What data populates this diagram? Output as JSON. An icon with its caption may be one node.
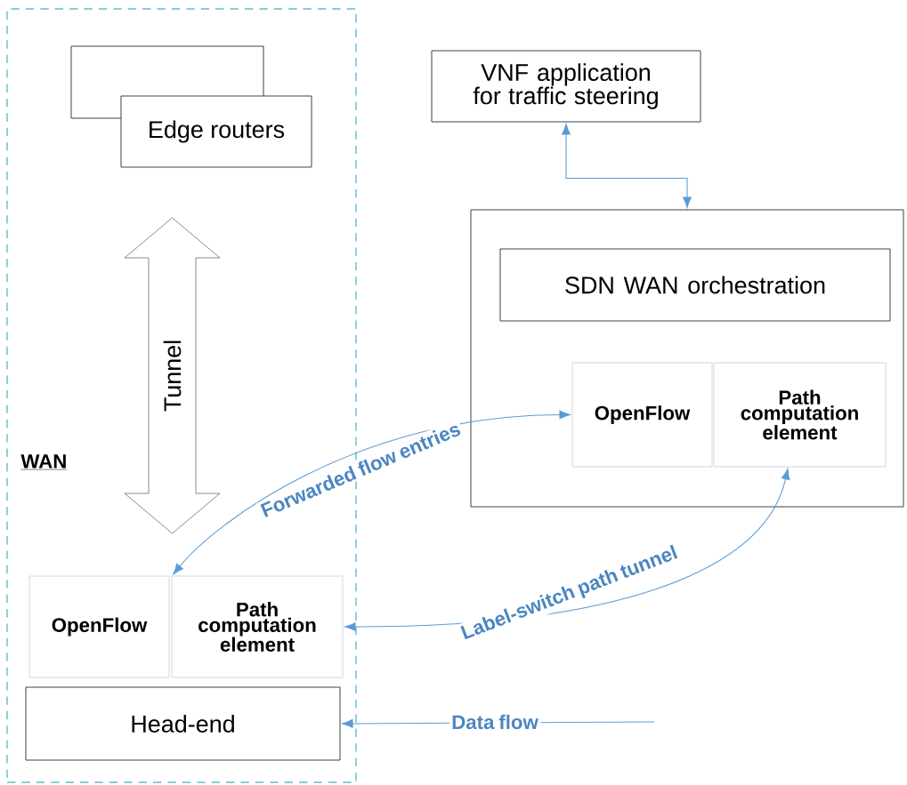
{
  "diagram": {
    "nodes": [
      {
        "text": [
          "WAN"
        ]
      },
      {
        "text": [
          "Edge routers"
        ],
        "in": 0
      },
      {
        "text": [
          "Tunnel"
        ],
        "in": 0
      },
      {
        "text": [
          "OpenFlow"
        ],
        "in": 0
      },
      {
        "text": [
          "Path computation element"
        ],
        "in": 0
      },
      {
        "text": [
          "Head-end"
        ],
        "in": 0
      },
      {
        "text": [
          "VNF application for traffic steering"
        ]
      },
      {
        "text": [],
        "shape": "box"
      },
      {
        "text": [
          "SDN WAN orchestration"
        ],
        "in": 7
      },
      {
        "text": [
          "OpenFlow"
        ],
        "in": 7
      },
      {
        "text": [
          "Path computation element"
        ],
        "in": 7
      }
    ],
    "edges": [
      {
        "from": 6,
        "to": 7,
        "arrow": "both"
      },
      {
        "from": 3,
        "to": 9,
        "arrow": "both",
        "label": "Forwarded flow entries"
      },
      {
        "from": 10,
        "to": 4,
        "arrow": "both",
        "label": "Label-switch path tunnel"
      },
      {
        "from": null,
        "to": 5,
        "arrow": "to",
        "label": "Data flow"
      }
    ]
  }
}
